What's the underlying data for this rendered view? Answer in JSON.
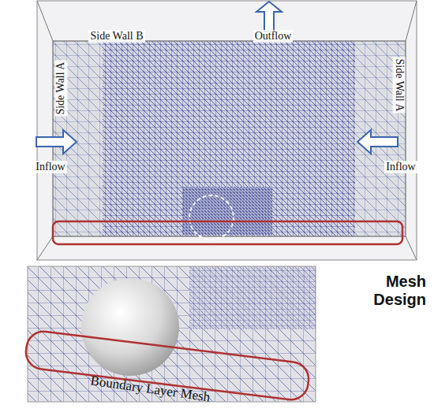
{
  "diagram": {
    "title": "Mesh Design",
    "labels": [
      "Side Wall B",
      "Outflow",
      "Side Wall A",
      "Side Wall A",
      "Inflow",
      "Inflow",
      "Boundary Layer Mesh"
    ]
  }
}
